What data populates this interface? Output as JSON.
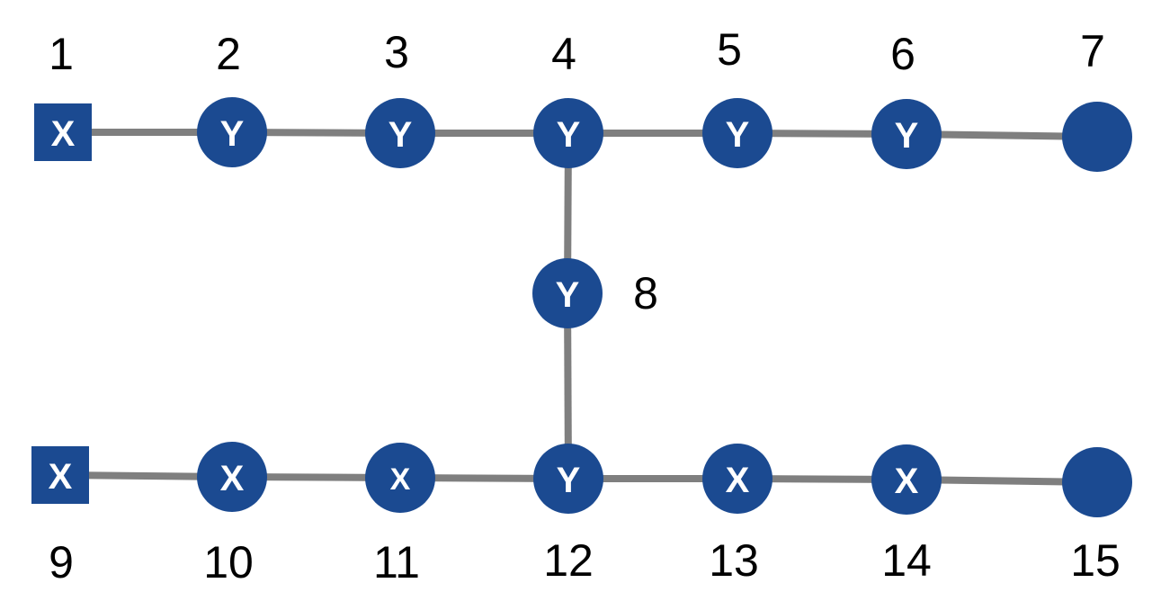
{
  "colors": {
    "node": "#1b4a91",
    "edge": "#7f7f7f",
    "node_text": "#ffffff",
    "number_text": "#000000"
  },
  "nodes": [
    {
      "id": "1",
      "number": "1",
      "shape": "square",
      "label": "X"
    },
    {
      "id": "2",
      "number": "2",
      "shape": "circle",
      "label": "Y"
    },
    {
      "id": "3",
      "number": "3",
      "shape": "circle",
      "label": "Y"
    },
    {
      "id": "4",
      "number": "4",
      "shape": "circle",
      "label": "Y"
    },
    {
      "id": "5",
      "number": "5",
      "shape": "circle",
      "label": "Y"
    },
    {
      "id": "6",
      "number": "6",
      "shape": "circle",
      "label": "Y"
    },
    {
      "id": "7",
      "number": "7",
      "shape": "circle",
      "label": ""
    },
    {
      "id": "8",
      "number": "8",
      "shape": "circle",
      "label": "Y"
    },
    {
      "id": "9",
      "number": "9",
      "shape": "square",
      "label": "X"
    },
    {
      "id": "10",
      "number": "10",
      "shape": "circle",
      "label": "X"
    },
    {
      "id": "11",
      "number": "11",
      "shape": "circle",
      "label": "x"
    },
    {
      "id": "12",
      "number": "12",
      "shape": "circle",
      "label": "Y"
    },
    {
      "id": "13",
      "number": "13",
      "shape": "circle",
      "label": "X"
    },
    {
      "id": "14",
      "number": "14",
      "shape": "circle",
      "label": "X"
    },
    {
      "id": "15",
      "number": "15",
      "shape": "circle",
      "label": ""
    }
  ],
  "edges": [
    [
      "1",
      "2"
    ],
    [
      "2",
      "3"
    ],
    [
      "3",
      "4"
    ],
    [
      "4",
      "5"
    ],
    [
      "5",
      "6"
    ],
    [
      "6",
      "7"
    ],
    [
      "4",
      "8"
    ],
    [
      "8",
      "12"
    ],
    [
      "9",
      "10"
    ],
    [
      "10",
      "11"
    ],
    [
      "11",
      "12"
    ],
    [
      "12",
      "13"
    ],
    [
      "13",
      "14"
    ],
    [
      "14",
      "15"
    ]
  ]
}
